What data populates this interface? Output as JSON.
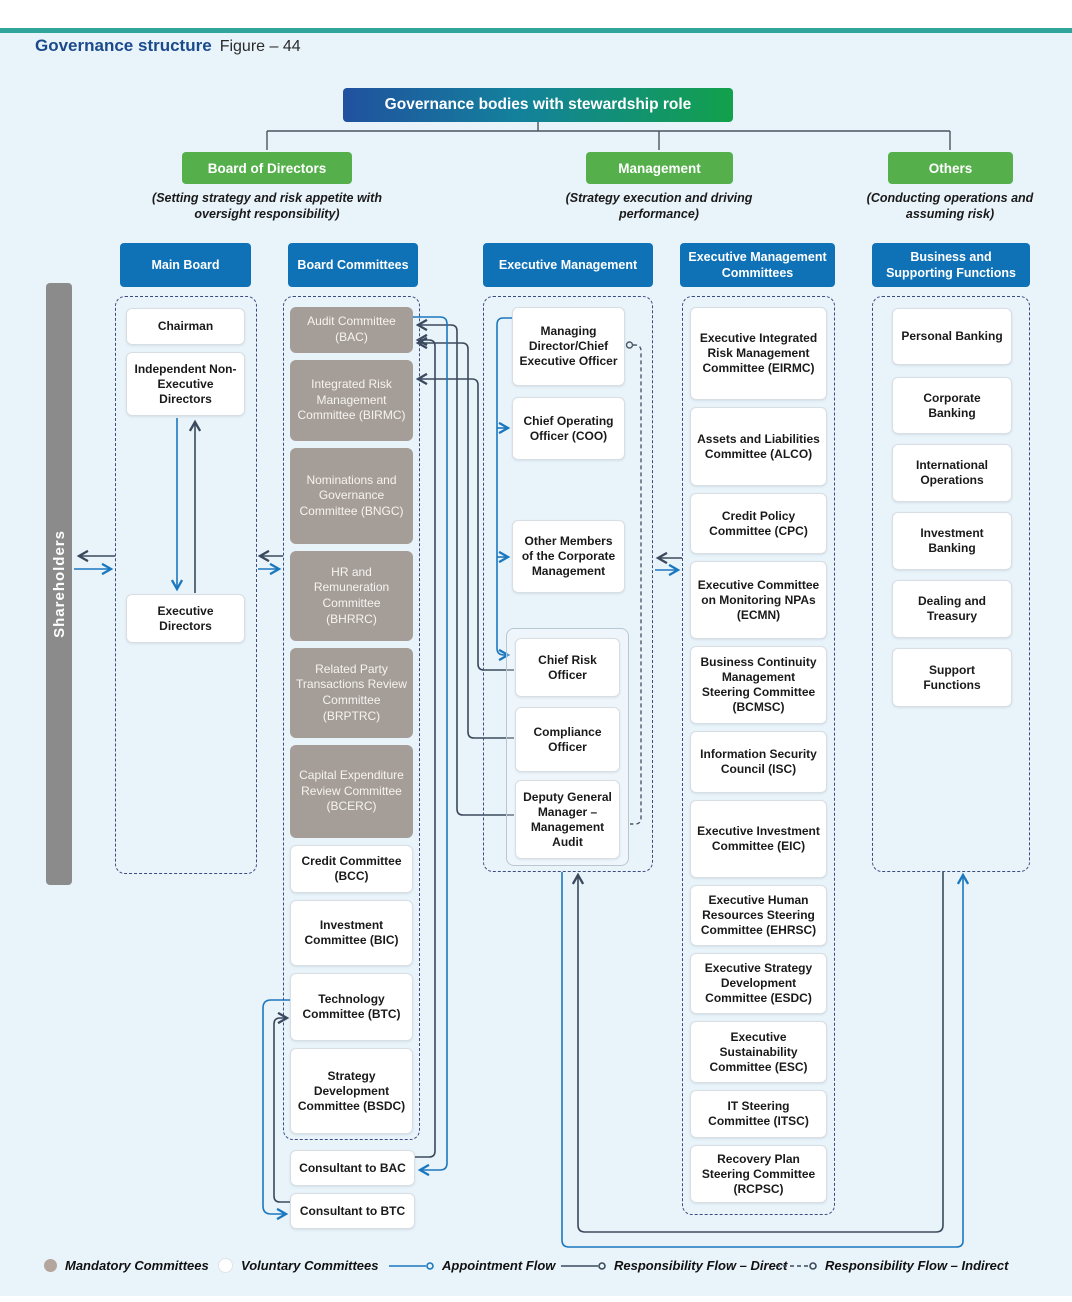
{
  "title": {
    "main": "Governance structure",
    "figure": "Figure – 44"
  },
  "root_box": "Governance bodies with stewardship role",
  "branches": {
    "board": {
      "label": "Board of Directors",
      "subtitle": "(Setting strategy and risk appetite with oversight responsibility)"
    },
    "management": {
      "label": "Management",
      "subtitle": "(Strategy execution and driving performance)"
    },
    "others": {
      "label": "Others",
      "subtitle": "(Conducting operations and assuming risk)"
    }
  },
  "shareholders_label": "Shareholders",
  "main_board": {
    "header": "Main Board",
    "chairman": "Chairman",
    "independent_neds": "Independent Non-Executive Directors",
    "executive_directors": "Executive Directors"
  },
  "board_committees": {
    "header": "Board Committees",
    "mandatory": [
      "Audit Committee (BAC)",
      "Integrated Risk Management Committee (BIRMC)",
      "Nominations and Governance Committee (BNGC)",
      "HR and Remuneration Committee (BHRRC)",
      "Related Party Transactions Review Committee (BRPTRC)",
      "Capital Expenditure Review Committee (BCERC)"
    ],
    "voluntary": [
      "Credit Committee (BCC)",
      "Investment Committee (BIC)",
      "Technology Committee (BTC)",
      "Strategy Development Committee (BSDC)"
    ],
    "consultants": [
      "Consultant to BAC",
      "Consultant to BTC"
    ]
  },
  "executive_management": {
    "header": "Executive Management",
    "members": [
      "Managing Director/Chief Executive Officer",
      "Chief Operating Officer (COO)",
      "Other Members of the Corporate Management"
    ],
    "officers": [
      "Chief Risk Officer",
      "Compliance Officer",
      "Deputy General Manager – Management Audit"
    ]
  },
  "executive_management_committees": {
    "header": "Executive Management Committees",
    "items": [
      "Executive Integrated Risk Management Committee (EIRMC)",
      "Assets and Liabilities Committee (ALCO)",
      "Credit Policy Committee (CPC)",
      "Executive Committee on Monitoring NPAs (ECMN)",
      "Business Continuity Management Steering Committee (BCMSC)",
      "Information Security Council (ISC)",
      "Executive Investment Committee (EIC)",
      "Executive Human Resources Steering Committee (EHRSC)",
      "Executive Strategy Development Committee (ESDC)",
      "Executive Sustainability Committee (ESC)",
      "IT Steering Committee (ITSC)",
      "Recovery Plan Steering Committee (RCPSC)"
    ]
  },
  "business_functions": {
    "header": "Business and Supporting Functions",
    "items": [
      "Personal Banking",
      "Corporate Banking",
      "International Operations",
      "Investment Banking",
      "Dealing and Treasury",
      "Support Functions"
    ]
  },
  "legend": {
    "mandatory": "Mandatory Committees",
    "voluntary": "Voluntary Committees",
    "appointment": "Appointment Flow",
    "direct": "Responsibility Flow – Direct",
    "indirect": "Responsibility Flow – Indirect"
  },
  "colors": {
    "header_blue": "#0f72b7",
    "green": "#55b04b",
    "gradient_left": "#21519f",
    "gradient_right": "#12a14b",
    "mandatory_gray": "#a59e98",
    "appointment_blue": "#1b78be",
    "responsibility_dark": "#3a4a5c",
    "teal_bar": "#2fa59b",
    "background": "#e9f3fa"
  }
}
